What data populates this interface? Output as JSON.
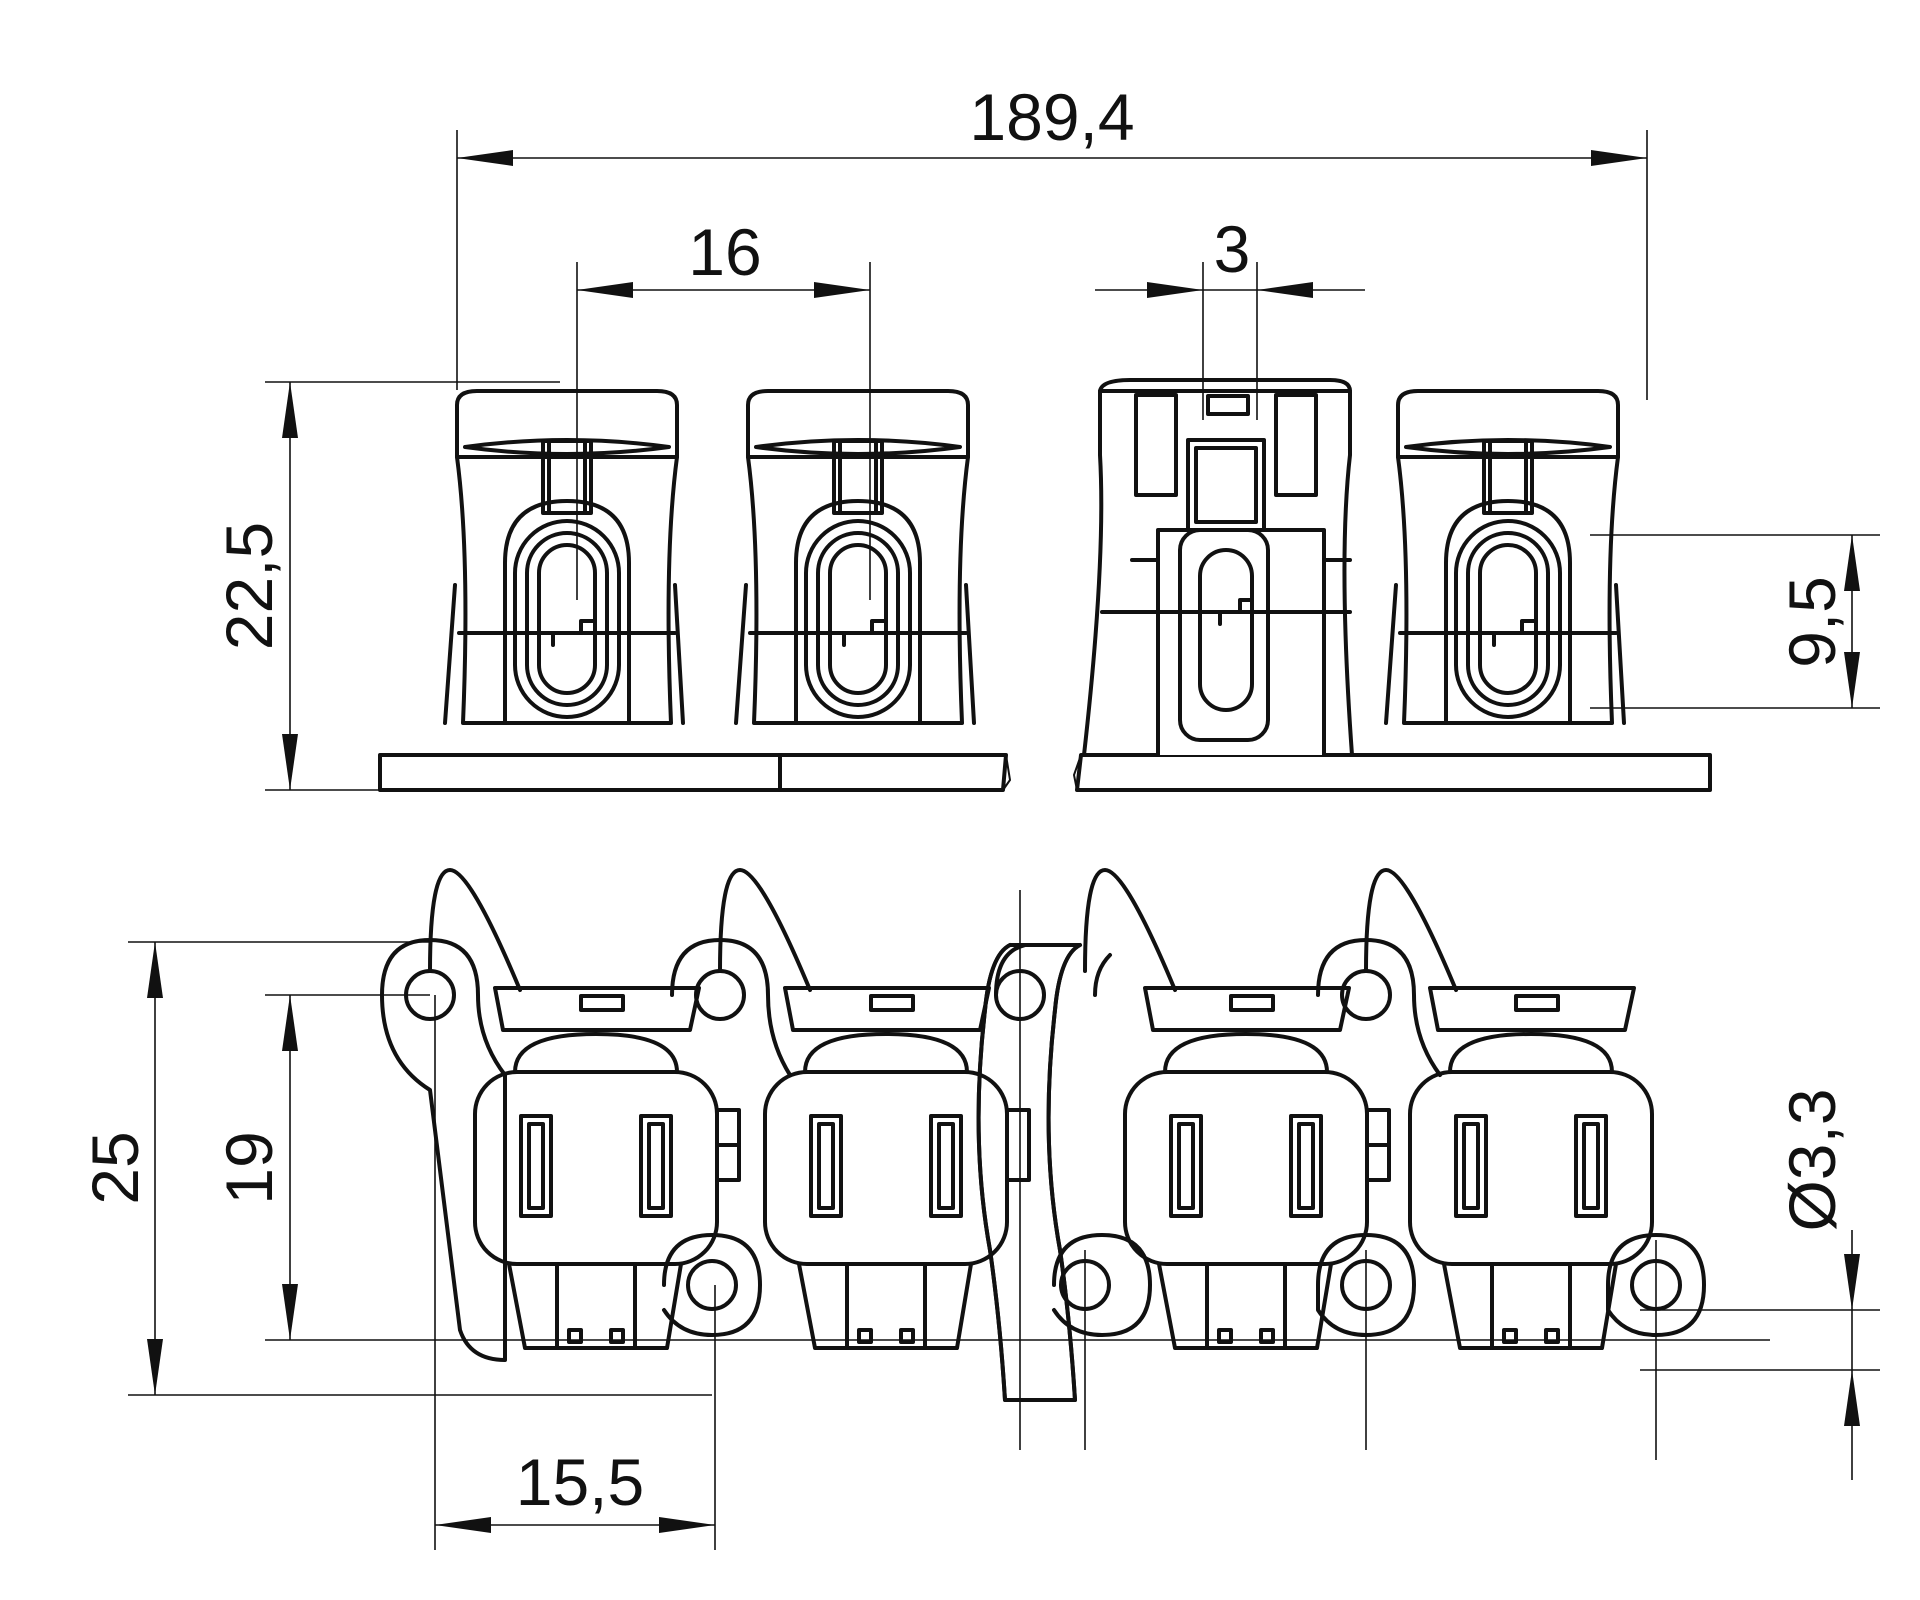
{
  "dimensions": {
    "overall_length": "189,4",
    "pitch_top": "16",
    "slot_width": "3",
    "height": "22,5",
    "contact_height": "9,5",
    "width_outer": "25",
    "width_inner": "19",
    "pitch_bottom": "15,5",
    "hole_diameter": "Ø3,3"
  },
  "colors": {
    "line": "#111111",
    "background": "#ffffff"
  }
}
